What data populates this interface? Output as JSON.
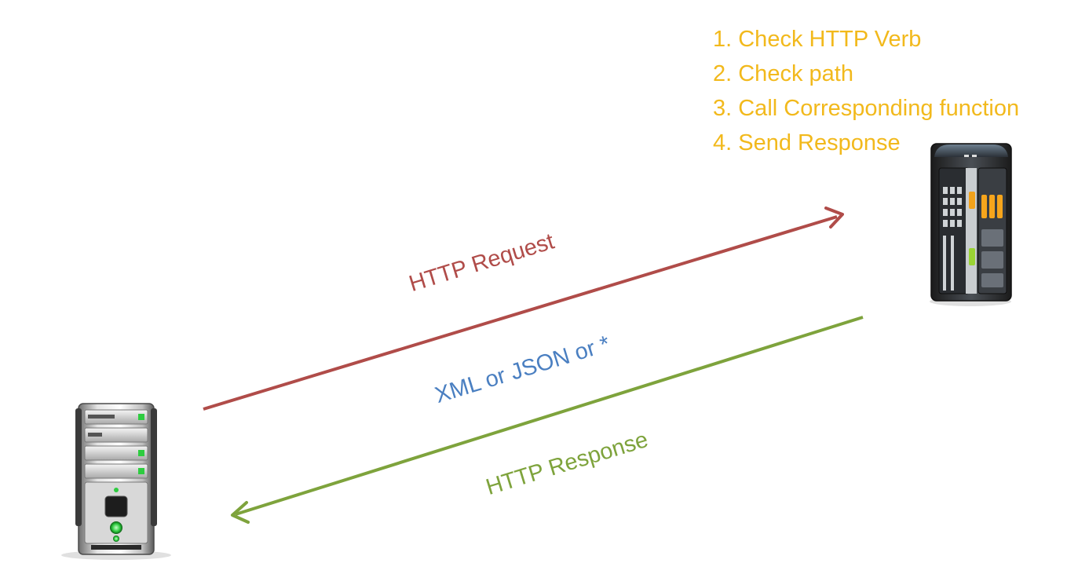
{
  "steps": [
    "1. Check HTTP Verb",
    "2. Check path",
    "3. Call Corresponding function",
    "4. Send Response"
  ],
  "request_label": "HTTP Request",
  "payload_label": "XML or JSON or *",
  "response_label": "HTTP Response",
  "colors": {
    "steps": "#f2b91c",
    "request": "#b04c49",
    "payload": "#4a7fc1",
    "response": "#7ea33c"
  }
}
